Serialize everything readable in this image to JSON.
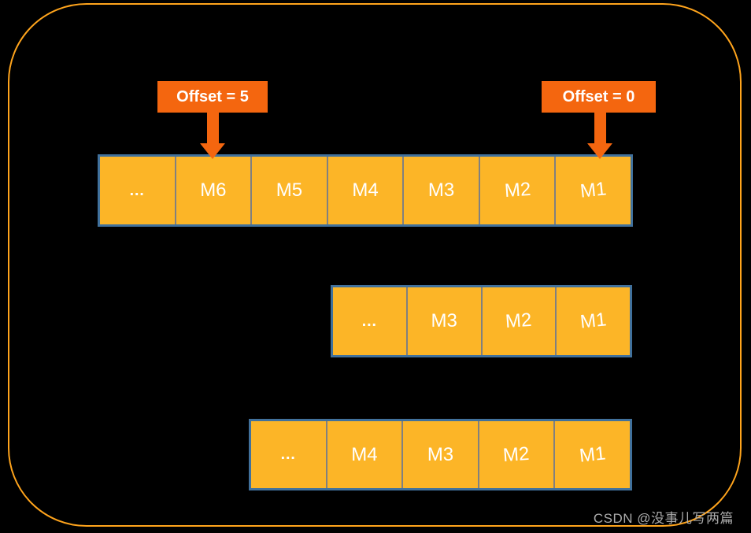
{
  "diagram": {
    "title_hint": "message queue offsets",
    "offset_labels": [
      {
        "text": "Offset = 5"
      },
      {
        "text": "Offset = 0"
      }
    ],
    "queues": [
      {
        "cells": [
          "…",
          "M6",
          "M5",
          "M4",
          "M3",
          "M2",
          "M1"
        ]
      },
      {
        "cells": [
          "…",
          "M3",
          "M2",
          "M1"
        ]
      },
      {
        "cells": [
          "…",
          "M4",
          "M3",
          "M2",
          "M1"
        ]
      }
    ],
    "watermark": "CSDN @没事儿写两篇",
    "colors": {
      "background": "#000000",
      "frame_border": "#FFA41C",
      "cell_fill": "#FCB527",
      "cell_border": "#41719C",
      "cell_divider": "#808080",
      "callout": "#F4660F",
      "label_text": "#FFFFFF",
      "watermark_text": "#ABABAB"
    }
  }
}
